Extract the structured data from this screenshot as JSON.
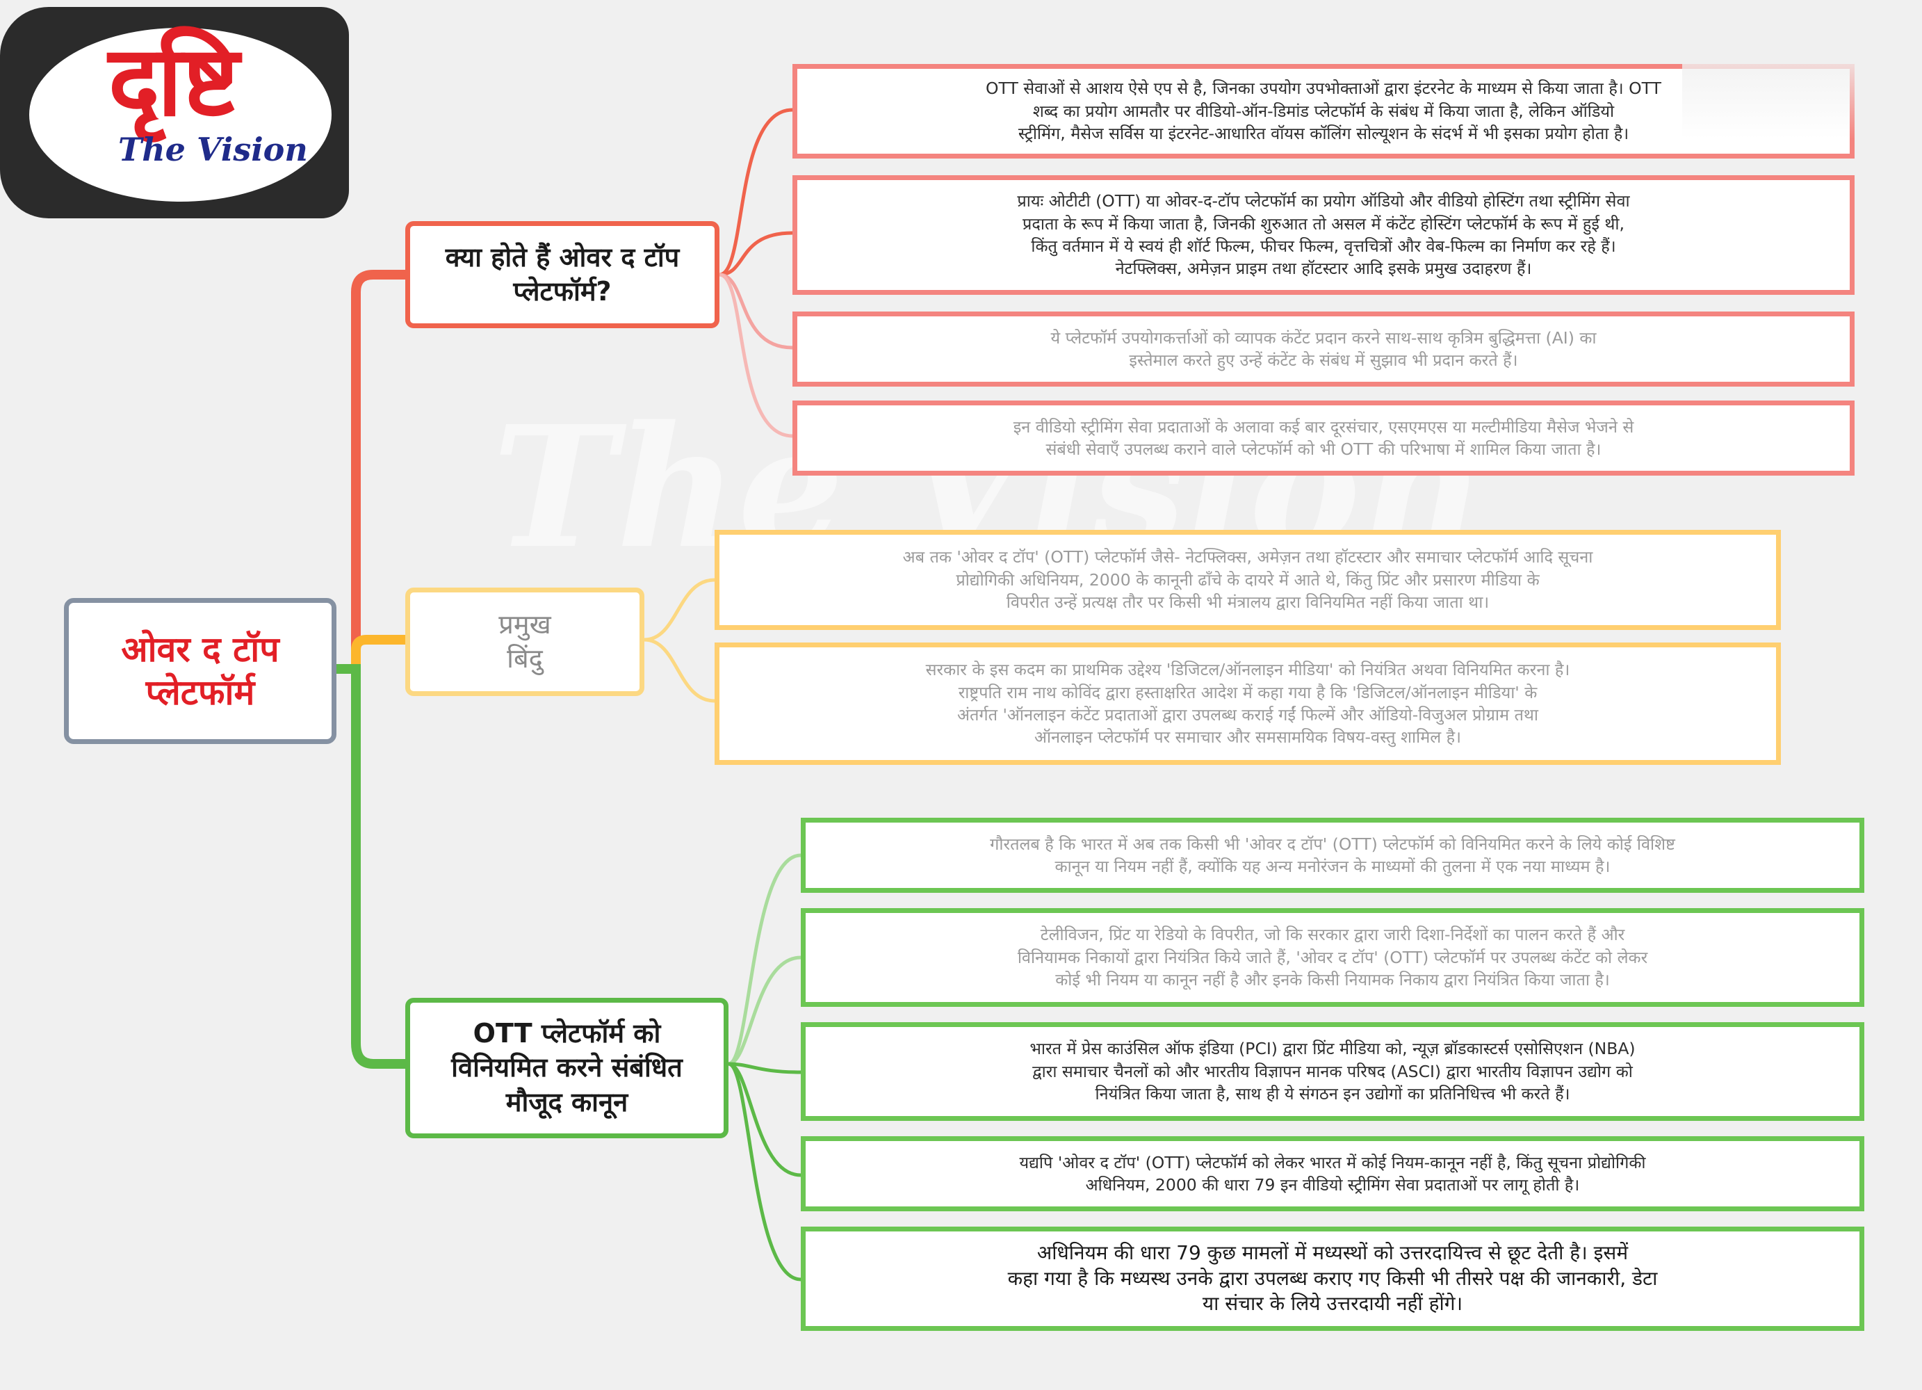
{
  "logo": {
    "main_text": "दृष्टि",
    "sub_text": "The Vision"
  },
  "watermark": "The Vision",
  "root": {
    "line1": "ओवर द टॉप",
    "line2": "प्लेटफॉर्म"
  },
  "branches": [
    {
      "lines": [
        "क्या होते हैं ओवर द टॉप",
        "प्लेटफॉर्म?"
      ],
      "leaves": [
        [
          "OTT सेवाओं से आशय ऐसे एप से है, जिनका उपयोग उपभोक्ताओं द्वारा इंटरनेट के माध्यम से किया जाता है। OTT",
          "शब्द का प्रयोग आमतौर पर वीडियो-ऑन-डिमांड प्लेटफॉर्म के संबंध में किया जाता है, लेकिन ऑडियो",
          "स्ट्रीमिंग, मैसेज सर्विस या इंटरनेट-आधारित वॉयस कॉलिंग सोल्यूशन के संदर्भ में भी इसका प्रयोग होता है।"
        ],
        [
          "प्रायः ओटीटी (OTT) या ओवर-द-टॉप प्लेटफॉर्म का प्रयोग ऑडियो और वीडियो होस्टिंग तथा स्ट्रीमिंग सेवा",
          "प्रदाता के रूप में किया जाता है, जिनकी शुरुआत तो असल में कंटेंट होस्टिंग प्लेटफॉर्म के रूप में हुई थी,",
          "किंतु वर्तमान में ये स्वयं ही शॉर्ट फिल्म, फीचर फिल्म, वृत्तचित्रों और वेब-फिल्म का निर्माण कर रहे हैं।",
          "नेटफ्लिक्स, अमेज़न प्राइम तथा हॉटस्टार आदि इसके प्रमुख उदाहरण हैं।"
        ],
        [
          "ये प्लेटफॉर्म उपयोगकर्त्ताओं को व्यापक कंटेंट प्रदान करने साथ-साथ कृत्रिम बुद्धिमत्ता (AI) का",
          "इस्तेमाल करते हुए उन्हें कंटेंट के संबंध में सुझाव भी प्रदान करते हैं।"
        ],
        [
          "इन वीडियो स्ट्रीमिंग सेवा प्रदाताओं के अलावा कई बार दूरसंचार, एसएमएस या मल्टीमीडिया मैसेज भेजने से",
          "संबंधी सेवाएँ उपलब्ध कराने वाले प्लेटफॉर्म को भी OTT की परिभाषा में शामिल किया जाता है।"
        ]
      ]
    },
    {
      "lines": [
        "प्रमुख",
        "बिंदु"
      ],
      "leaves": [
        [
          "अब तक 'ओवर द टॉप' (OTT) प्लेटफॉर्म जैसे- नेटफ्लिक्स, अमेज़न तथा हॉटस्टार और समाचार प्लेटफॉर्म आदि सूचना",
          "प्रोद्योगिकी अधिनियम, 2000 के कानूनी ढाँचे के दायरे में आते थे, किंतु प्रिंट और प्रसारण मीडिया के",
          "विपरीत उन्हें प्रत्यक्ष तौर पर किसी भी मंत्रालय द्वारा विनियमित नहीं किया जाता था।"
        ],
        [
          "सरकार के इस कदम का प्राथमिक उद्देश्य 'डिजिटल/ऑनलाइन मीडिया' को नियंत्रित अथवा विनियमित करना है।",
          "राष्ट्रपति राम नाथ कोविंद द्वारा हस्ताक्षरित आदेश में कहा गया है कि 'डिजिटल/ऑनलाइन मीडिया' के",
          "अंतर्गत 'ऑनलाइन कंटेंट प्रदाताओं द्वारा उपलब्ध कराई गईं फिल्में और ऑडियो-विजुअल प्रोग्राम तथा",
          "ऑनलाइन प्लेटफॉर्म पर समाचार और समसामयिक विषय-वस्तु शामिल है।"
        ]
      ]
    },
    {
      "lines": [
        "OTT प्लेटफॉर्म को",
        "विनियमित करने संबंधित",
        "मौजूद कानून"
      ],
      "leaves": [
        [
          "गौरतलब है कि भारत में अब तक किसी भी 'ओवर द टॉप' (OTT) प्लेटफॉर्म को विनियमित करने के लिये कोई विशिष्ट",
          "कानून या नियम नहीं हैं, क्योंकि यह अन्य मनोरंजन के माध्यमों की तुलना में एक नया माध्यम है।"
        ],
        [
          "टेलीविजन, प्रिंट या रेडियो के विपरीत, जो कि सरकार द्वारा जारी दिशा-निर्देशों का पालन करते हैं और",
          "विनियामक निकायों द्वारा नियंत्रित किये जाते हैं, 'ओवर द टॉप' (OTT) प्लेटफॉर्म पर उपलब्ध कंटेंट को लेकर",
          "कोई भी नियम या कानून नहीं है और इनके किसी नियामक निकाय द्वारा नियंत्रित किया जाता है।"
        ],
        [
          "भारत में प्रेस काउंसिल ऑफ इंडिया (PCI) द्वारा प्रिंट मीडिया को, न्यूज़ ब्रॉडकास्टर्स एसोसिएशन (NBA)",
          "द्वारा समाचार चैनलों को और भारतीय विज्ञापन मानक परिषद (ASCI) द्वारा भारतीय विज्ञापन उद्योग को",
          "नियंत्रित किया जाता है, साथ ही ये संगठन इन उद्योगों का प्रतिनिधित्त्व भी करते हैं।"
        ],
        [
          "यद्यपि 'ओवर द टॉप' (OTT) प्लेटफॉर्म को लेकर भारत में कोई नियम-कानून नहीं है, किंतु सूचना प्रोद्योगिकी",
          "अधिनियम, 2000 की धारा 79 इन वीडियो स्ट्रीमिंग सेवा प्रदाताओं पर लागू होती है।"
        ],
        [
          "अधिनियम की धारा 79 कुछ मामलों में मध्यस्थों को उत्तरदायित्त्व से छूट देती है। इसमें",
          "कहा गया है कि मध्यस्थ उनके द्वारा उपलब्ध कराए गए किसी भी तीसरे पक्ष की जानकारी, डेटा",
          "या संचार के लिये उत्तरदायी नहीं होंगे।"
        ]
      ]
    }
  ],
  "colors": {
    "red": "#f0634c",
    "red_leaf": "#f4847f",
    "yellow": "#fcd882",
    "yellow_leaf": "#ffcf70",
    "green": "#5cb947",
    "green_leaf": "#6cc653",
    "root_border": "#8591a2",
    "root_text": "#e21f26"
  }
}
